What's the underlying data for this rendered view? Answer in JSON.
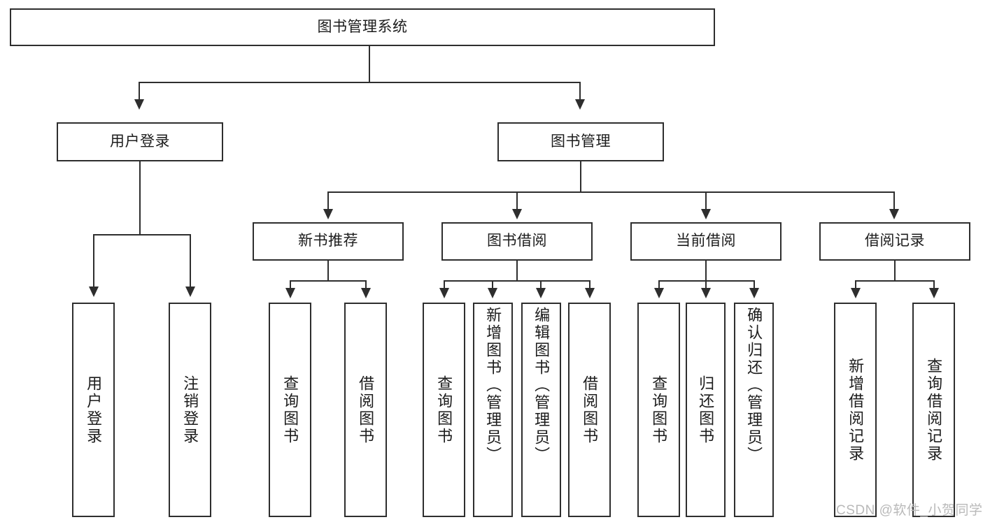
{
  "diagram": {
    "title": "图书管理系统",
    "type": "tree",
    "root": {
      "label": "图书管理系统",
      "children": [
        {
          "label": "用户登录",
          "children": [
            {
              "label": "用户登录"
            },
            {
              "label": "注销登录"
            }
          ]
        },
        {
          "label": "图书管理",
          "children": [
            {
              "label": "新书推荐",
              "children": [
                {
                  "label": "查询图书"
                },
                {
                  "label": "借阅图书"
                }
              ]
            },
            {
              "label": "图书借阅",
              "children": [
                {
                  "label": "查询图书"
                },
                {
                  "label": "新增图书（管理员）"
                },
                {
                  "label": "编辑图书（管理员）"
                },
                {
                  "label": "借阅图书"
                }
              ]
            },
            {
              "label": "当前借阅",
              "children": [
                {
                  "label": "查询图书"
                },
                {
                  "label": "归还图书"
                },
                {
                  "label": "确认归还（管理员）"
                }
              ]
            },
            {
              "label": "借阅记录",
              "children": [
                {
                  "label": "新增借阅记录"
                },
                {
                  "label": "查询借阅记录"
                }
              ]
            }
          ]
        }
      ]
    }
  },
  "nodes": {
    "root": "图书管理系统",
    "user_login": "用户登录",
    "book_manage": "图书管理",
    "new_book_rec": "新书推荐",
    "book_borrow": "图书借阅",
    "current_borrow": "当前借阅",
    "borrow_record": "借阅记录",
    "leaf_user_login": "用户登录",
    "leaf_logout": "注销登录",
    "leaf_query_book_1": "查询图书",
    "leaf_borrow_book_1": "借阅图书",
    "leaf_query_book_2": "查询图书",
    "leaf_add_book_admin": "新增图书（管理员）",
    "leaf_edit_book_admin": "编辑图书（管理员）",
    "leaf_borrow_book_2": "借阅图书",
    "leaf_query_book_3": "查询图书",
    "leaf_return_book": "归还图书",
    "leaf_confirm_return_admin": "确认归还（管理员）",
    "leaf_add_record": "新增借阅记录",
    "leaf_query_record": "查询借阅记录"
  },
  "watermark": {
    "text": "CSDN @软件_小贺同学"
  },
  "colors": {
    "stroke": "#2e2e2e",
    "fill": "#ffffff",
    "text": "#1c1c1c",
    "watermark": "#b9b9b9"
  }
}
